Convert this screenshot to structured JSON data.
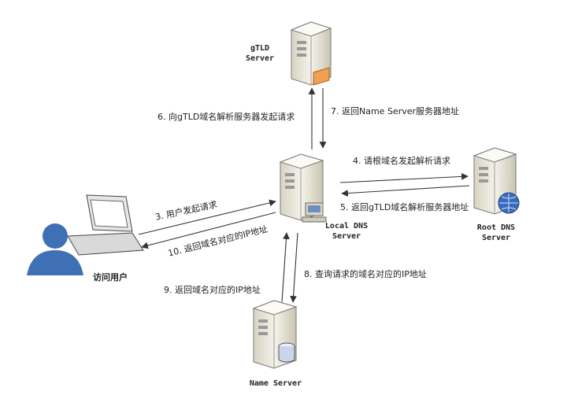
{
  "nodes": {
    "gtld": {
      "line1": "gTLD",
      "line2": "Server"
    },
    "local": {
      "line1": "Local DNS",
      "line2": "Server"
    },
    "root": {
      "line1": "Root DNS",
      "line2": "Server"
    },
    "name": {
      "line1": "Name Server"
    },
    "user": {
      "label": "访问用户"
    }
  },
  "edges": {
    "e3": "3. 用户发起请求",
    "e4": "4. 请根域名发起解析请求",
    "e5": "5. 返回gTLD域名解析服务器地址",
    "e6": "6. 向gTLD域名解析服务器发起请求",
    "e7": "7. 返回Name Server服务器地址",
    "e8": "8. 查询请求的域名对应的IP地址",
    "e9": "9. 返回域名对应的IP地址",
    "e10": "10. 返回域名对应的IP地址"
  },
  "colors": {
    "server_body": "#f1efe6",
    "server_shade": "#bdb9a6",
    "accent_orange": "#f0a050",
    "user_blue": "#3f6fb5",
    "globe_blue": "#3a6bbf",
    "arrow": "#333333"
  }
}
